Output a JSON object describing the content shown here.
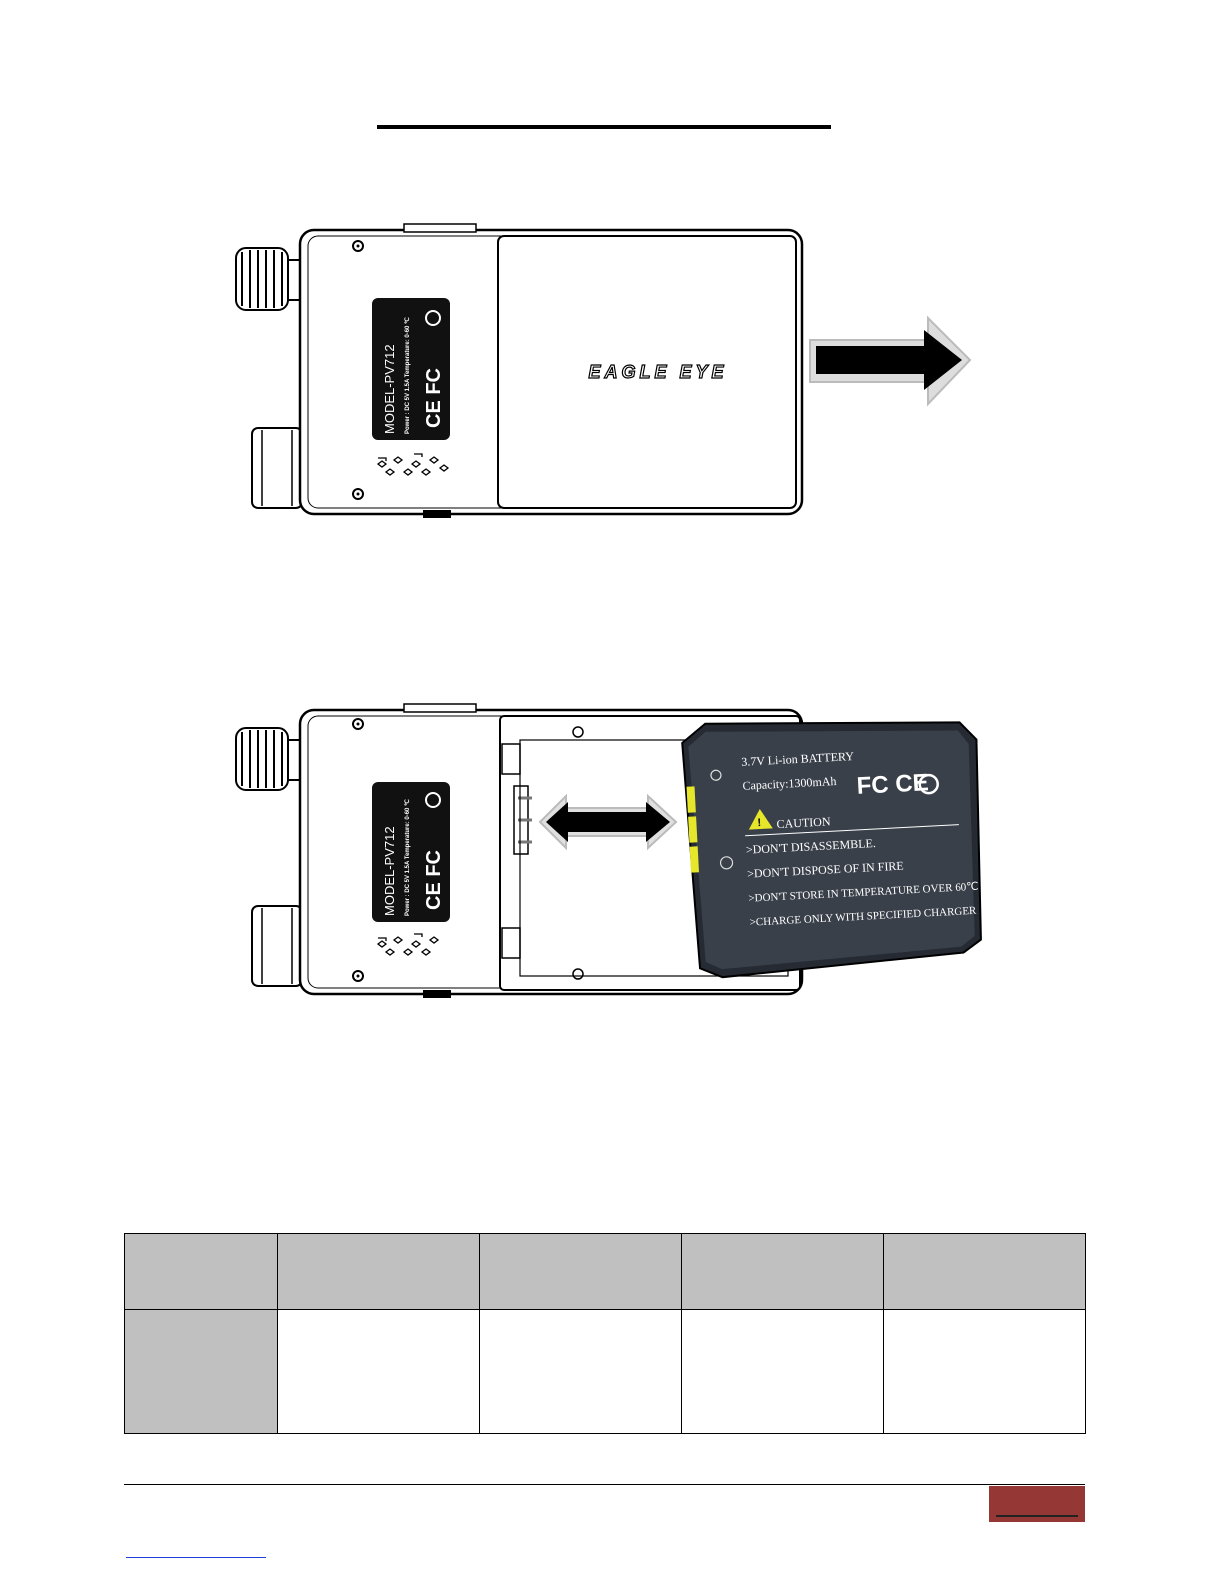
{
  "figure1": {
    "device_label": {
      "model": "MODEL-PV712",
      "power": "Power : DC 5V 1.5A Temperature: 0-60 ℃",
      "marks": "CE FC"
    },
    "cover_logo": "EAGLE EYE"
  },
  "figure2": {
    "device_label": {
      "model": "MODEL-PV712",
      "power": "Power : DC 5V 1.5A Temperature: 0-60 ℃",
      "marks": "CE FC"
    },
    "battery": {
      "line1": "3.7V Li-ion BATTERY",
      "line2": "Capacity:1300mAh",
      "marks": "FC CE",
      "caution": "CAUTION",
      "warnings": [
        ">DON'T DISASSEMBLE.",
        ">DON'T DISPOSE OF IN FIRE",
        ">DON'T STORE IN TEMPERATURE OVER 60℃",
        ">CHARGE ONLY WITH SPECIFIED CHARGER"
      ]
    }
  },
  "colors": {
    "table_header_bg": "#c0c0c0",
    "page_number_box": "#953734",
    "footer_link": "#1f3fdc"
  }
}
